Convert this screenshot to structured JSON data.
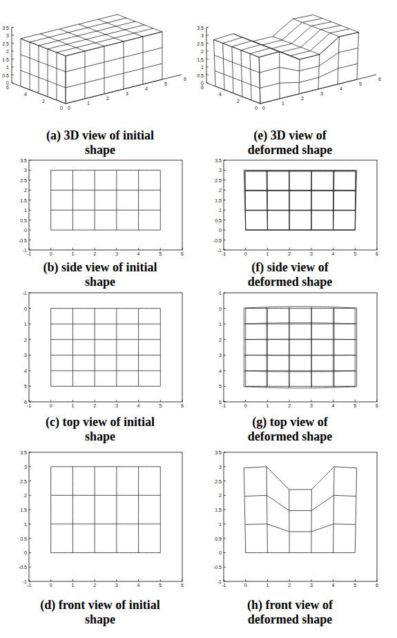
{
  "diagram": {
    "labels": [
      "0",
      "0.5",
      "1",
      "1.5",
      "2",
      "2.5",
      "3",
      "3.5",
      "0",
      "1",
      "2",
      "3",
      "4",
      "5",
      "6",
      "0",
      "2",
      "4",
      "6",
      "(a) 3D view of initial shape",
      "0",
      "0.5",
      "1",
      "1.5",
      "2",
      "2.5",
      "3",
      "3.5",
      "0",
      "1",
      "2",
      "3",
      "4",
      "5",
      "6",
      "0",
      "2",
      "4",
      "6",
      "(e) 3D view of deformed shape",
      "-1",
      "0",
      "1",
      "2",
      "3",
      "4",
      "5",
      "6",
      "-1",
      "-0.5",
      "0",
      "0.5",
      "1",
      "1.5",
      "2",
      "2.5",
      "3",
      "3.5",
      "(b) side view of initial shape",
      "-1",
      "0",
      "1",
      "2",
      "3",
      "4",
      "5",
      "6",
      "-1",
      "-0.5",
      "0",
      "0.5",
      "1",
      "1.5",
      "2",
      "2.5",
      "3",
      "3.5",
      "(f) side view of deformed shape",
      "-1",
      "0",
      "1",
      "2",
      "3",
      "4",
      "5",
      "6",
      "-1",
      "0",
      "1",
      "2",
      "3",
      "4",
      "5",
      "6",
      "(c) top view of initial shape",
      "-1",
      "0",
      "1",
      "2",
      "3",
      "4",
      "5",
      "6",
      "-1",
      "0",
      "1",
      "2",
      "3",
      "4",
      "5",
      "6",
      "(g) top view of deformed shape",
      "-1",
      "0",
      "1",
      "2",
      "3",
      "4",
      "5",
      "6",
      "-1",
      "-0.5",
      "0",
      "0.5",
      "1",
      "1.5",
      "2",
      "2.5",
      "3",
      "3.5",
      "(d) front view of initial shape",
      "-1",
      "0",
      "1",
      "2",
      "3",
      "4",
      "5",
      "6",
      "-1",
      "-0.5",
      "0",
      "0.5",
      "1",
      "1.5",
      "2",
      "2.5",
      "3",
      "3.5",
      "(h) front view of deformed shape"
    ]
  }
}
